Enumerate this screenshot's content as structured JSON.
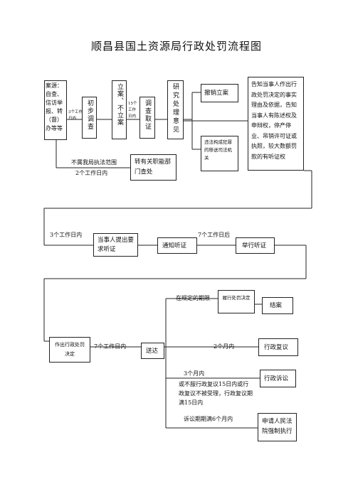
{
  "title": "顺昌县国土资源局行政处罚流程图",
  "nodes": {
    "case_source": "案源：自查、信访举报、转（督）办等等",
    "initial_investigation": "初步调查",
    "filing_or_not": "立案、不立案",
    "investigation": "调查取证",
    "study_opinion": "研究处理意见",
    "withdraw_case": "撤销立案",
    "transfer_judicial": "违法构成犯罪的移送司法机关",
    "notify_party": "告知当事人作出行政处罚决定的事实理由及依据，告知当事人有陈述权及申辩权，停产停业、吊销许可证或执照，较大数额罚款的有听证权",
    "transfer_agency": "转有关职能部门查处",
    "request_hearing": "当事人提出要求听证",
    "notice_hearing": "通知听证",
    "hold_hearing": "举行听证",
    "make_decision": "作出行政处罚决定",
    "deliver": "送达",
    "fulfill": "履行处罚决定",
    "close_case": "结案",
    "admin_review": "行政复议",
    "admin_litigation": "行政诉讼",
    "court_enforcement": "申请人民法院强制执行"
  },
  "labels": {
    "within_3_days": "3个工作日内",
    "within_15_days": "15个工作日内",
    "out_of_scope": "不属我局执法范围",
    "within_2_days": "2个工作日内",
    "three_days": "3个工作日内",
    "within_7_days_after": "7个工作日后",
    "within_period": "在规定的期限",
    "seven_days": "7个工作日内",
    "two_months": "2个月内",
    "three_months": "3个月内",
    "litigation_conditions": "或不服行政复议15日内或行政复议不被受理，行政复议期满15日内",
    "litigation_expiry": "诉讼期期满6个月内"
  }
}
